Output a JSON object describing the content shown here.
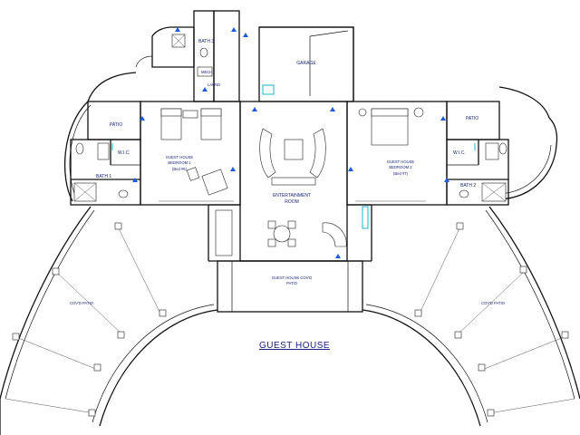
{
  "plan": {
    "title": "GUEST HOUSE",
    "rooms": {
      "bath3": "BATH 3",
      "mech": "MECH",
      "laund": "LAUND",
      "garage": "GARAGE",
      "patio_left": "PATIO",
      "patio_right": "PATIO",
      "wic_left": "W.I.C.",
      "wic_right": "W.I.C.",
      "bath1": "BATH 1",
      "bath2": "BATH 2",
      "bedroom1_line1": "GUEST HOUSE",
      "bedroom1_line2": "BEDROOM  1",
      "bedroom1_bed": "(Bed #6)",
      "bedroom2_line1": "GUEST HOUSE",
      "bedroom2_line2": "BEDROOM  2",
      "bedroom2_bed": "(Bed #7)",
      "entertainment_line1": "ENTERTAINMENT",
      "entertainment_line2": "ROOM",
      "covd_patio_center_line1": "GUEST HOUSE COV'D",
      "covd_patio_center_line2": "PATIO",
      "covd_patio_left": "COV'D PATIO",
      "covd_patio_right": "COV'D PATIO"
    },
    "colors": {
      "wall": "#111111",
      "label": "#1a237e",
      "marker": "#1e5bd8",
      "accent": "#19b6c8"
    }
  }
}
